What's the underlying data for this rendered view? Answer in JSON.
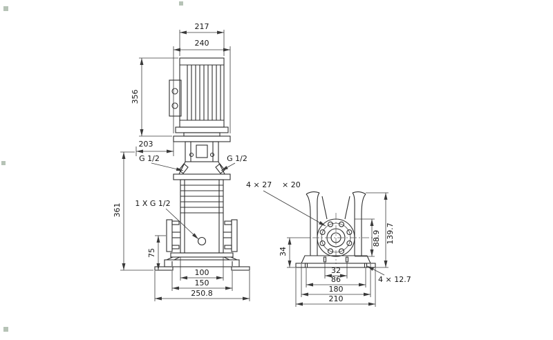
{
  "front_view": {
    "dims": {
      "motor_width": "217",
      "flange_width": "240",
      "motor_height": "356",
      "head_offset": "203",
      "pump_height": "361",
      "port_height": "75",
      "base_inner": "100",
      "bolt_spacing": "150",
      "base_width": "250.8"
    },
    "labels": {
      "port_left": "G 1/2",
      "port_right": "G 1/2",
      "drain_port": "1 X G 1/2"
    }
  },
  "side_view": {
    "dims": {
      "foot_height": "34",
      "flange_od": "88.9",
      "total_height": "139.7",
      "slot_inner": "32",
      "slot_outer": "86",
      "base_upper_width": "180",
      "base_width": "210"
    },
    "labels": {
      "flange_holes": "4 × 27",
      "hole_depth": "× 20",
      "base_holes": "4 × 12.7"
    }
  },
  "colors": {
    "line": "#2d2d2d",
    "dimension": "#3a3a3a",
    "artifact": "#a9b8a9",
    "background": "#ffffff"
  }
}
